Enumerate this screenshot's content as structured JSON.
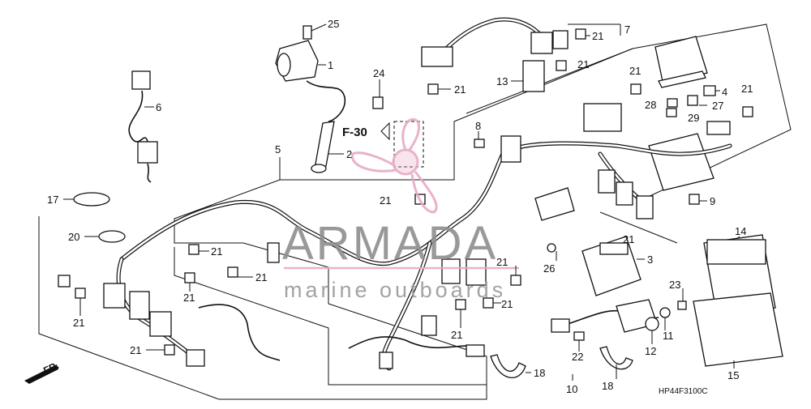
{
  "callouts": [
    {
      "label": "25"
    },
    {
      "label": "1"
    },
    {
      "label": "6"
    },
    {
      "label": "2"
    },
    {
      "label": "5"
    },
    {
      "label": "24"
    },
    {
      "label": "21"
    },
    {
      "label": "7"
    },
    {
      "label": "21"
    },
    {
      "label": "21"
    },
    {
      "label": "13"
    },
    {
      "label": "21"
    },
    {
      "label": "4"
    },
    {
      "label": "21"
    },
    {
      "label": "28"
    },
    {
      "label": "27"
    },
    {
      "label": "29"
    },
    {
      "label": "8"
    },
    {
      "label": "9"
    },
    {
      "label": "17"
    },
    {
      "label": "20"
    },
    {
      "label": "21"
    },
    {
      "label": "21"
    },
    {
      "label": "21"
    },
    {
      "label": "21"
    },
    {
      "label": "21"
    },
    {
      "label": "21"
    },
    {
      "label": "26"
    },
    {
      "label": "21"
    },
    {
      "label": "21"
    },
    {
      "label": "3"
    },
    {
      "label": "14"
    },
    {
      "label": "23"
    },
    {
      "label": "11"
    },
    {
      "label": "12"
    },
    {
      "label": "22"
    },
    {
      "label": "18"
    },
    {
      "label": "18"
    },
    {
      "label": "10"
    },
    {
      "label": "15"
    },
    {
      "label": "21"
    },
    {
      "label": "21"
    }
  ],
  "reference": {
    "label": "F-30"
  },
  "direction": {
    "label": "FR."
  },
  "diagram_code": "HP44F3100C",
  "watermark": {
    "brand": "ARMADA",
    "tagline": "marine outboards"
  },
  "colors": {
    "ink": "#111111",
    "watermark_pink": "#e8a9c6",
    "watermark_gray": "#9a9a9a"
  }
}
